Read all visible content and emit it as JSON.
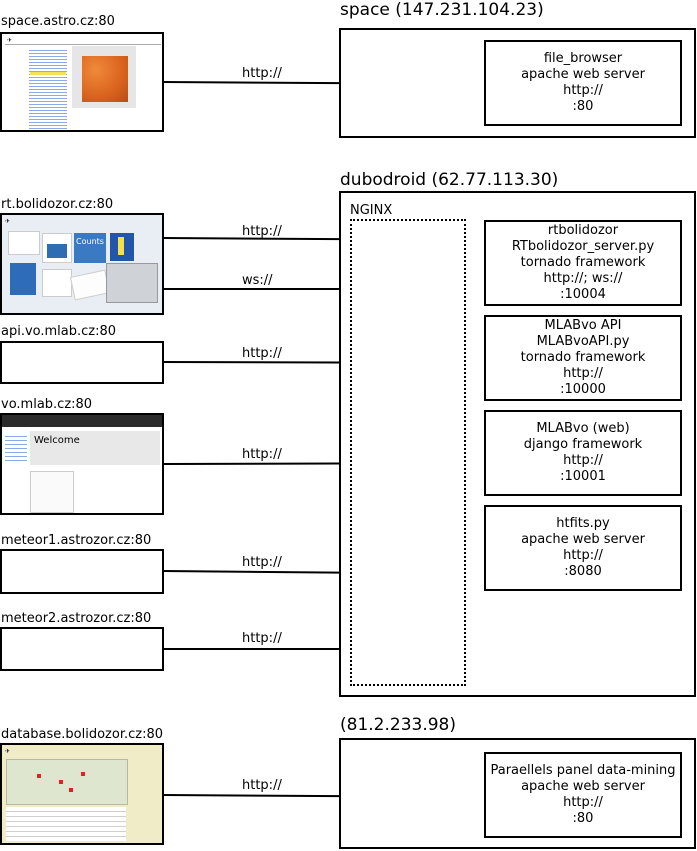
{
  "sites": {
    "space_astro": "space.astro.cz:80",
    "rt_bolidozor": "rt.bolidozor.cz:80",
    "api_vo_mlab": "api.vo.mlab.cz:80",
    "vo_mlab": "vo.mlab.cz:80",
    "meteor1": "meteor1.astrozor.cz:80",
    "meteor2": "meteor2.astrozor.cz:80",
    "database_bolidozor": "database.bolidozor.cz:80"
  },
  "thumbnails": {
    "vo_mlab_heading": "Welcome",
    "rt_bolidozor_counts": "Counts"
  },
  "servers": {
    "space": "space (147.231.104.23)",
    "dubodroid": "dubodroid (62.77.113.30)",
    "third": "(81.2.233.98)"
  },
  "nginx": {
    "label": "NGINX"
  },
  "services": {
    "file_browser": [
      "file_browser",
      "apache web server",
      "http://",
      ":80"
    ],
    "rtbolidozor": [
      "rtbolidozor",
      "RTbolidozor_server.py",
      "tornado framework",
      "http://; ws://",
      ":10004"
    ],
    "mlabvo_api": [
      "MLABvo API",
      "MLABvoAPI.py",
      "tornado framework",
      "http://",
      ":10000"
    ],
    "mlabvo_web": [
      "MLABvo (web)",
      "django framework",
      "http://",
      ":10001"
    ],
    "htfits": [
      "htfits.py",
      "apache web server",
      "http://",
      ":8080"
    ],
    "parallels": [
      "Paraellels panel data-mining",
      "apache web server",
      "http://",
      ":80"
    ]
  },
  "protocols": {
    "space": "http://",
    "rt_http": "http://",
    "rt_ws": "ws://",
    "api": "http://",
    "vo": "http://",
    "meteor1": "http://",
    "meteor2": "http://",
    "database": "http://"
  },
  "colors": {
    "line": "#000000",
    "thumb_header": "#2b2b2b",
    "heatmap": "#d9631e",
    "map_bg": "#f1ecc8"
  }
}
